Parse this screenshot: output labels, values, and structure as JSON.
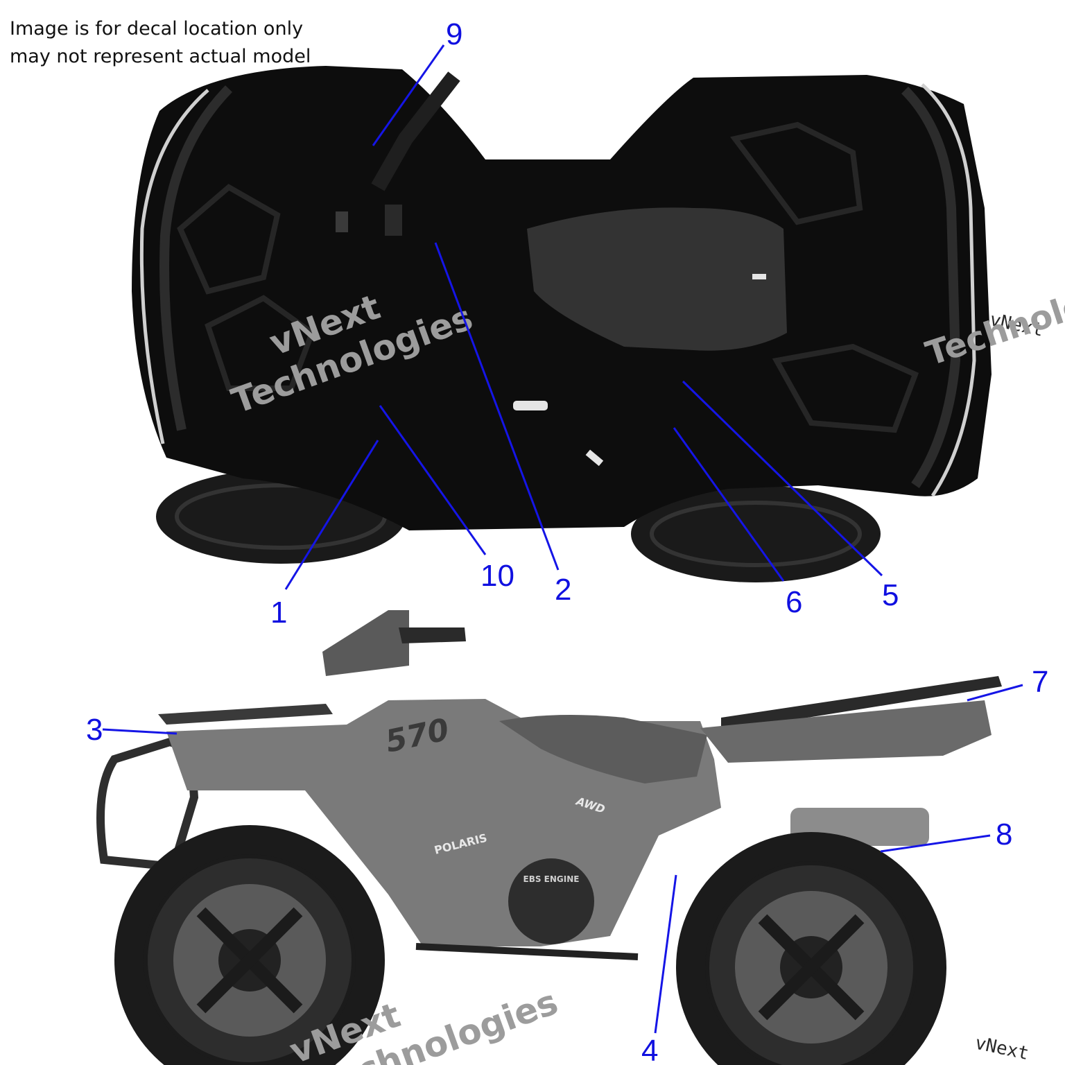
{
  "note": {
    "line1": "Image is for decal location only",
    "line2": "may not represent actual model"
  },
  "callouts": [
    "9",
    "10",
    "2",
    "1",
    "6",
    "5",
    "3",
    "7",
    "8",
    "4"
  ],
  "vehicle": {
    "model_text": "570",
    "badge_brand": "POLARIS",
    "badge_drive": "AWD",
    "engine_badge": "EBS ENGINE"
  },
  "watermark": {
    "line1": "vNext",
    "line2": "Technologies"
  },
  "colors": {
    "callout_blue": "#1010e0",
    "vehicle_dark": "#111111",
    "vehicle_gray": "#6b6b6b"
  }
}
